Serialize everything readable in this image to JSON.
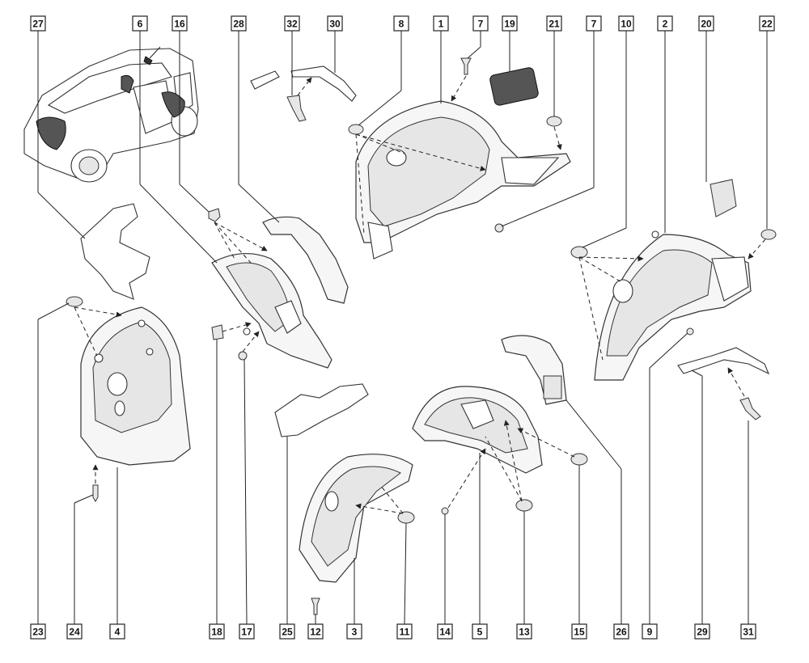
{
  "labels_top": [
    "27",
    "6",
    "16",
    "28",
    "32",
    "30",
    "8",
    "1",
    "7",
    "19",
    "21",
    "7",
    "10",
    "2",
    "20",
    "22"
  ],
  "labels_bottom": [
    "23",
    "24",
    "4",
    "18",
    "17",
    "25",
    "12",
    "3",
    "11",
    "14",
    "5",
    "13",
    "15",
    "26",
    "9",
    "29",
    "31"
  ]
}
